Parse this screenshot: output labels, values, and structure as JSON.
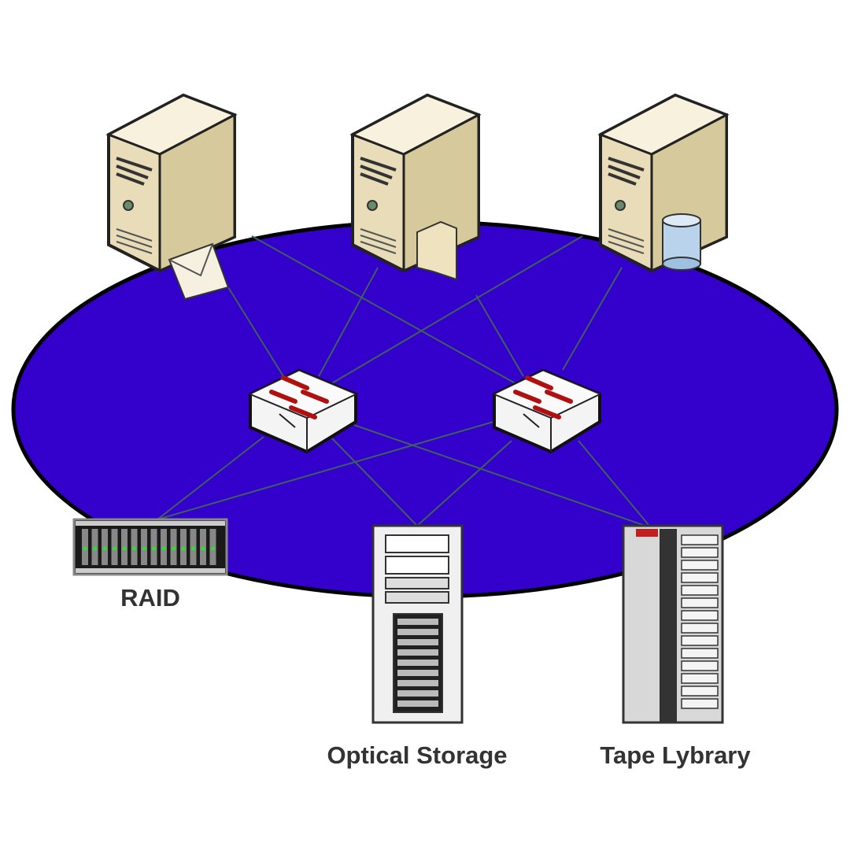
{
  "colors": {
    "network": "#3300cc",
    "server": "#efe6c8",
    "switch": "#f2f2f2",
    "arrow": "#b01010",
    "link": "#3f5f5f"
  },
  "servers": [
    {
      "name": "mail-server",
      "icon": "envelope-icon"
    },
    {
      "name": "file-server",
      "icon": "folder-icon"
    },
    {
      "name": "database-server",
      "icon": "database-icon"
    }
  ],
  "switches": [
    {
      "name": "switch-1"
    },
    {
      "name": "switch-2"
    }
  ],
  "storage": [
    {
      "label": "RAID"
    },
    {
      "label": "Optical Storage"
    },
    {
      "label": "Tape Lybrary"
    }
  ]
}
